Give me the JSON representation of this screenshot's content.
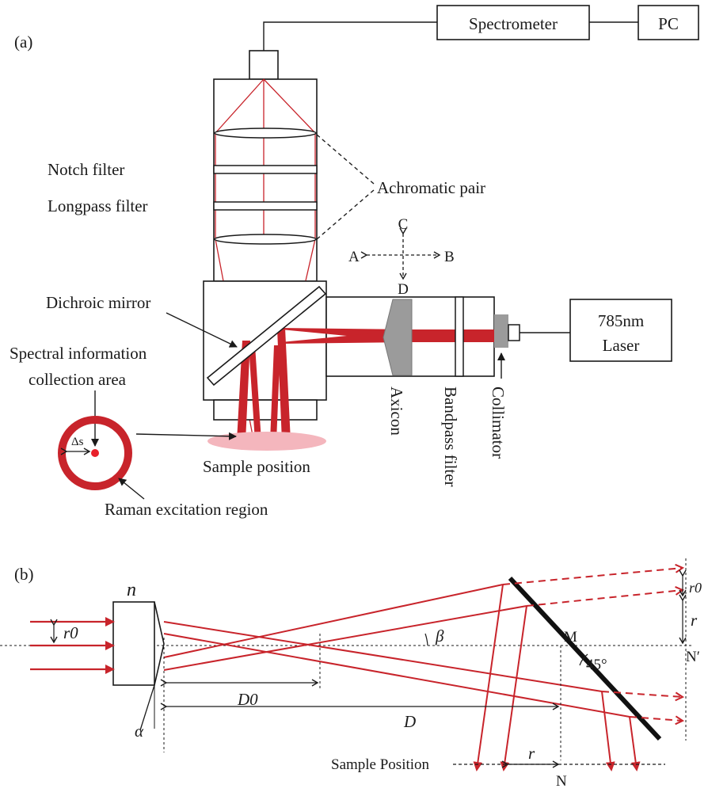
{
  "panel_a": {
    "label": "(a)",
    "boxes": {
      "spectrometer": "Spectrometer",
      "pc": "PC",
      "laser_line1": "785nm",
      "laser_line2": "Laser"
    },
    "labels": {
      "notch_filter": "Notch filter",
      "longpass_filter": "Longpass filter",
      "achromatic_pair": "Achromatic pair",
      "dichroic_mirror": "Dichroic mirror",
      "spectral_line1": "Spectral information",
      "spectral_line2": "collection area",
      "delta_s": "Δs",
      "sample_position": "Sample position",
      "raman_region": "Raman excitation region",
      "axicon": "Axicon",
      "bandpass_filter": "Bandpass filter",
      "collimator": "Collimator"
    },
    "directions": {
      "a": "A",
      "b": "B",
      "c": "C",
      "d": "D"
    }
  },
  "panel_b": {
    "label": "(b)",
    "symbols": {
      "n": "n",
      "r0_left": "r0",
      "alpha": "α",
      "beta": "β",
      "d0": "D0",
      "d": "D",
      "m": "M",
      "angle45": "45°",
      "n_prime": "N′",
      "r0_right": "r0",
      "r_right": "r",
      "r_bottom": "r",
      "n_bottom": "N"
    },
    "sample_position": "Sample Position"
  },
  "colors": {
    "beam": "#c8242b",
    "line": "#1a1a1a",
    "sample_glow": "#f4b6bd"
  }
}
